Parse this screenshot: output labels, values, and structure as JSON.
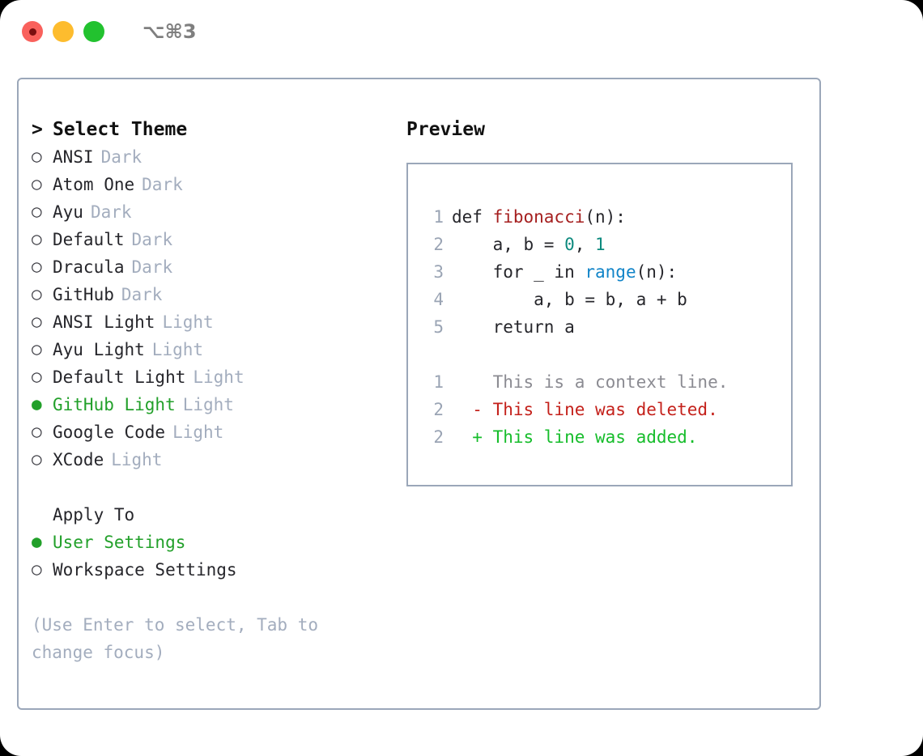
{
  "titlebar": {
    "shortcut": "⌥⌘3",
    "lights": [
      {
        "name": "close",
        "color": "#f9615c"
      },
      {
        "name": "minimize",
        "color": "#fdbc2e"
      },
      {
        "name": "maximize",
        "color": "#22c22f"
      }
    ]
  },
  "theme_picker": {
    "caret": ">",
    "heading": "Select Theme",
    "marker_selected": "●",
    "marker_unselected": "○",
    "items": [
      {
        "name": "ANSI",
        "variant": "Dark",
        "selected": false
      },
      {
        "name": "Atom One",
        "variant": "Dark",
        "selected": false
      },
      {
        "name": "Ayu",
        "variant": "Dark",
        "selected": false
      },
      {
        "name": "Default",
        "variant": "Dark",
        "selected": false
      },
      {
        "name": "Dracula",
        "variant": "Dark",
        "selected": false
      },
      {
        "name": "GitHub",
        "variant": "Dark",
        "selected": false
      },
      {
        "name": "ANSI Light",
        "variant": "Light",
        "selected": false
      },
      {
        "name": "Ayu Light",
        "variant": "Light",
        "selected": false
      },
      {
        "name": "Default Light",
        "variant": "Light",
        "selected": false
      },
      {
        "name": "GitHub Light",
        "variant": "Light",
        "selected": true
      },
      {
        "name": "Google Code",
        "variant": "Light",
        "selected": false
      },
      {
        "name": "XCode",
        "variant": "Light",
        "selected": false
      }
    ]
  },
  "apply_to": {
    "heading": "Apply To",
    "options": [
      {
        "label": "User Settings",
        "selected": true
      },
      {
        "label": "Workspace Settings",
        "selected": false
      }
    ]
  },
  "hint": "(Use Enter to select, Tab to change focus)",
  "preview": {
    "heading": "Preview",
    "code_lines": [
      {
        "num": "1",
        "segments": [
          {
            "text": "def ",
            "style": "plain"
          },
          {
            "text": "fibonacci",
            "style": "fn"
          },
          {
            "text": "(n):",
            "style": "plain"
          }
        ]
      },
      {
        "num": "2",
        "segments": [
          {
            "text": "    a, b = ",
            "style": "plain"
          },
          {
            "text": "0",
            "style": "num"
          },
          {
            "text": ", ",
            "style": "plain"
          },
          {
            "text": "1",
            "style": "num"
          }
        ]
      },
      {
        "num": "3",
        "segments": [
          {
            "text": "    for _ in ",
            "style": "plain"
          },
          {
            "text": "range",
            "style": "builtin"
          },
          {
            "text": "(n):",
            "style": "plain"
          }
        ]
      },
      {
        "num": "4",
        "segments": [
          {
            "text": "        a, b = b, a + b",
            "style": "plain"
          }
        ]
      },
      {
        "num": "5",
        "segments": [
          {
            "text": "    return a",
            "style": "plain"
          }
        ]
      }
    ],
    "diff_lines": [
      {
        "num": "1",
        "sign": " ",
        "text": "This is a context line.",
        "kind": "ctx"
      },
      {
        "num": "2",
        "sign": "-",
        "text": "This line was deleted.",
        "kind": "del"
      },
      {
        "num": "2",
        "sign": "+",
        "text": "This line was added.",
        "kind": "add"
      }
    ]
  },
  "colors": {
    "accent_green": "#22a02a",
    "muted": "#a3adbe",
    "border": "#9ba7b9",
    "diff_add": "#16bd2b",
    "diff_del": "#c4211b",
    "fn": "#a51f1f",
    "num": "#0d8a7e",
    "builtin": "#1184c8"
  }
}
